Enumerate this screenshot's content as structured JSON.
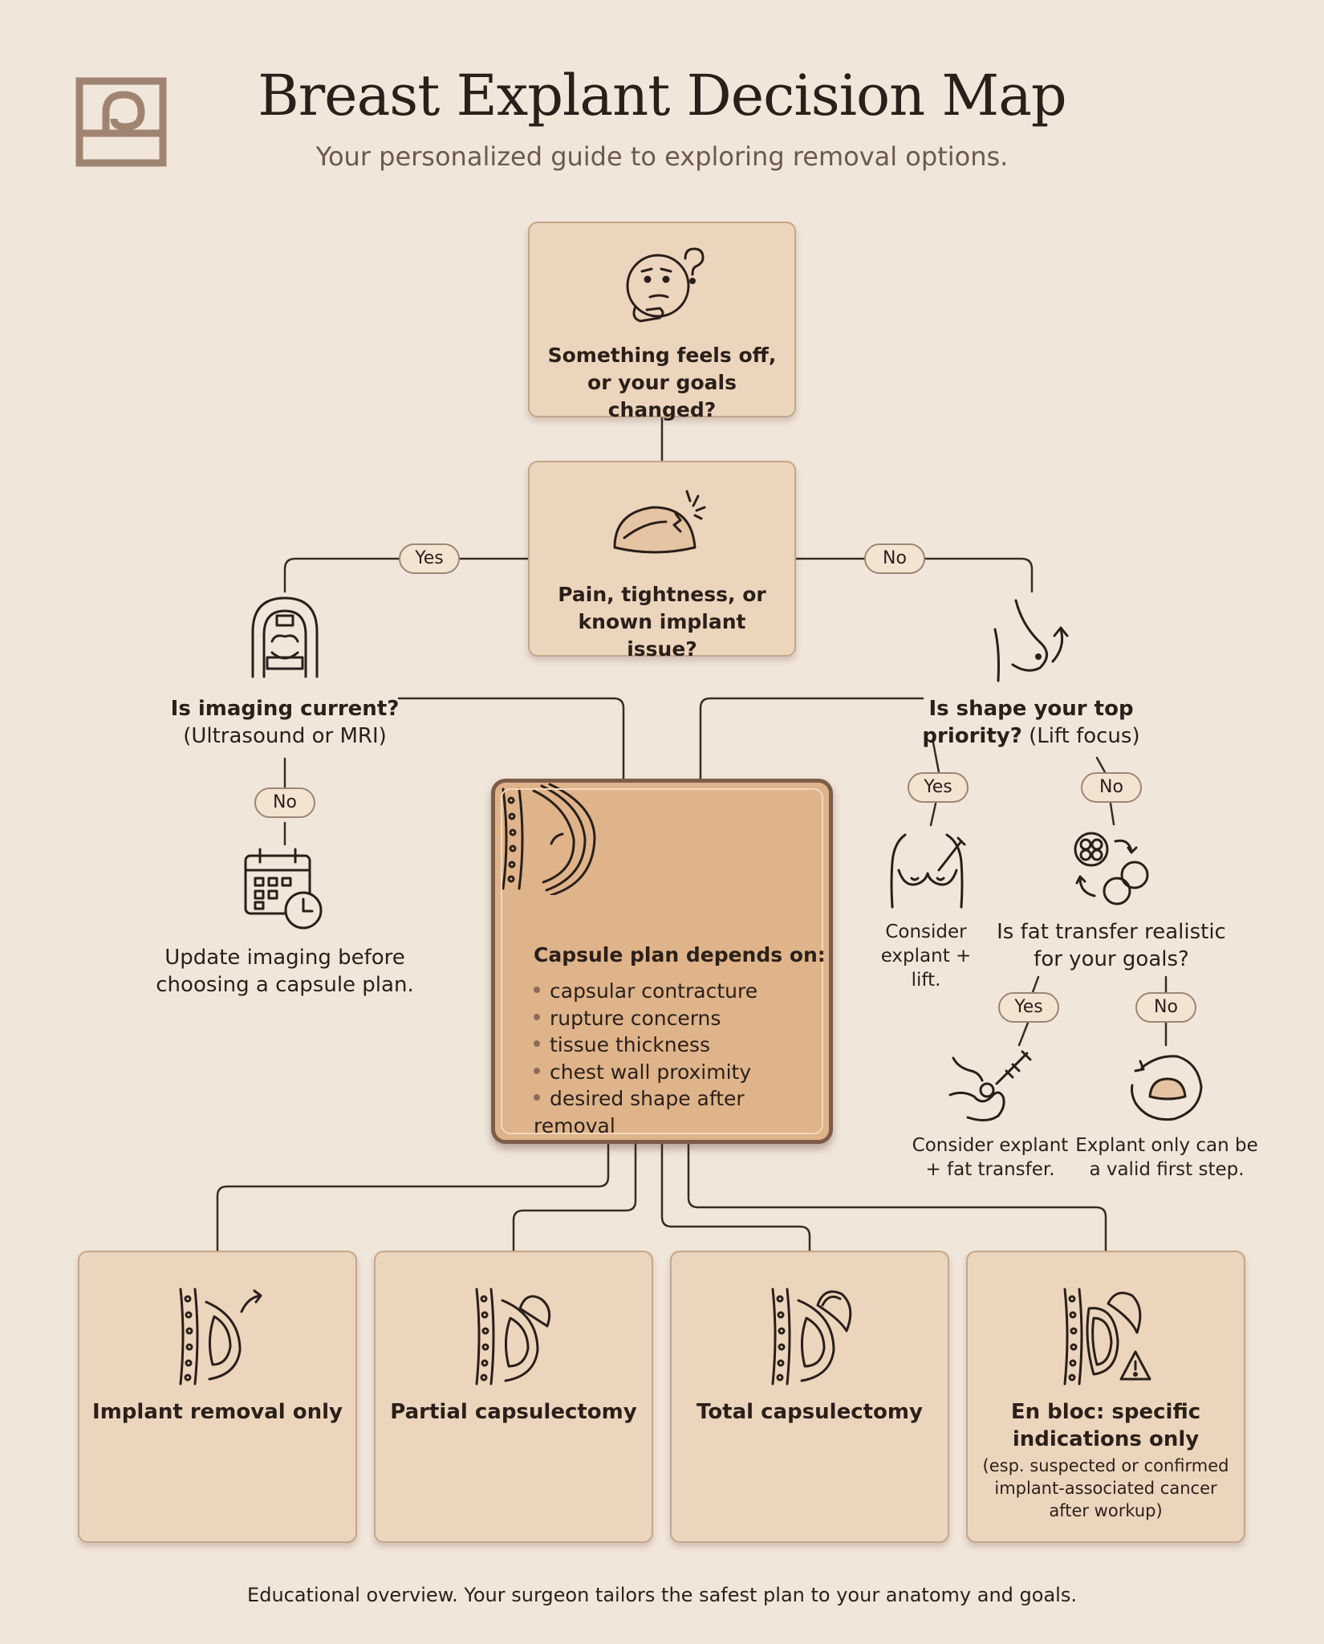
{
  "header": {
    "title": "Breast Explant Decision Map",
    "subtitle": "Your personalized guide to exploring removal options."
  },
  "nodes": {
    "start": "Something feels off, or your goals changed?",
    "pain": "Pain, tightness, or known implant issue?"
  },
  "labels": {
    "yes": "Yes",
    "no": "No"
  },
  "left_branch": {
    "imaging_question": "Is imaging current?",
    "imaging_sub": "(Ultrasound or MRI)",
    "update_text": "Update imaging before choosing a capsule plan."
  },
  "right_branch": {
    "shape_question_bold": "Is shape your top priority?",
    "shape_question_sub": "(Lift focus)",
    "lift_text": "Consider explant + lift.",
    "fat_question": "Is fat transfer realistic for your goals?",
    "fat_transfer_text": "Consider explant + fat transfer.",
    "explant_only_text": "Explant only can be a valid first step."
  },
  "capsule": {
    "title": "Capsule plan depends on:",
    "factors": [
      "capsular contracture",
      "rupture concerns",
      "tissue thickness",
      "chest wall proximity",
      "desired shape after removal"
    ]
  },
  "options": [
    {
      "title": "Implant removal only",
      "sub": ""
    },
    {
      "title": "Partial capsulectomy",
      "sub": ""
    },
    {
      "title": "Total capsulectomy",
      "sub": ""
    },
    {
      "title": "En bloc: specific indications only",
      "sub": "(esp. suspected or confirmed implant-associated cancer after workup)"
    }
  ],
  "footer": "Educational overview. Your surgeon tailors the safest plan to your anatomy and goals.",
  "colors": {
    "background": "#f1e6da",
    "card": "#ecd5bd",
    "card_border": "#c4a68b",
    "center_card": "#dfb48b",
    "center_border": "#7e5c49",
    "line": "#3a2c24",
    "logo": "#a08472"
  },
  "icons": {
    "logo": "brand-monogram-icon",
    "start": "thinking-face-icon",
    "pain": "pained-implant-icon",
    "imaging": "mri-scanner-icon",
    "shape": "breast-lift-arrow-icon",
    "update": "calendar-clock-icon",
    "lift": "lift-surgery-icon",
    "fat": "fat-cells-icon",
    "fat_transfer": "syringe-injection-icon",
    "explant_only": "implant-removal-loop-icon",
    "capsule": "capsule-layers-icon",
    "options": [
      "implant-removal-icon",
      "partial-capsule-icon",
      "total-capsule-icon",
      "en-bloc-warning-icon"
    ]
  }
}
